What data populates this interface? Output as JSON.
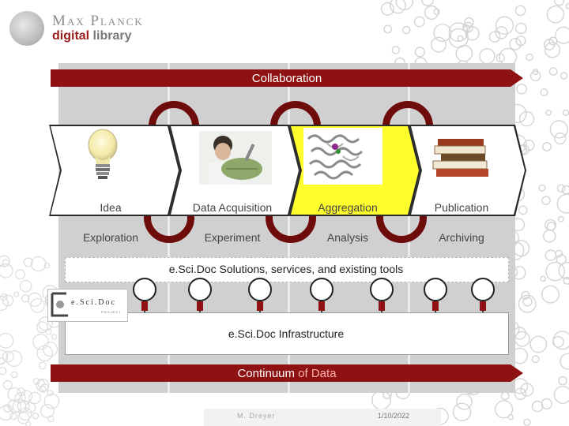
{
  "header": {
    "logo_title": "Max Planck",
    "logo_sub_a": "digital",
    "logo_sub_b": " library"
  },
  "collaboration_label": "Collaboration",
  "stages": [
    {
      "icon": "light-bulb-icon",
      "line1": "Idea",
      "line2": "Exploration"
    },
    {
      "icon": "scientist-photo-icon",
      "line1": "Data Acquisition",
      "line2": "Experiment"
    },
    {
      "icon": "molecule-structure-icon",
      "line1": "Aggregation",
      "line2": "Analysis"
    },
    {
      "icon": "books-stack-icon",
      "line1": "Publication",
      "line2": "Archiving"
    }
  ],
  "services_label": "e.Sci.Doc Solutions, services, and existing tools",
  "escidoc_logo": "e.Sci.Doc",
  "escidoc_logo_sub": "PROJECT",
  "infra_label": "e.Sci.Doc Infrastructure",
  "continuum": {
    "part_a": "Continuum ",
    "part_b": "of Data"
  },
  "footer": {
    "author": "M. Dreyer",
    "date": "1/10/2022"
  },
  "colors": {
    "arrow": "#8e1212",
    "loop": "#6e0b0b",
    "highlight": "#ffff2e",
    "panel": "#d0d0d0"
  }
}
